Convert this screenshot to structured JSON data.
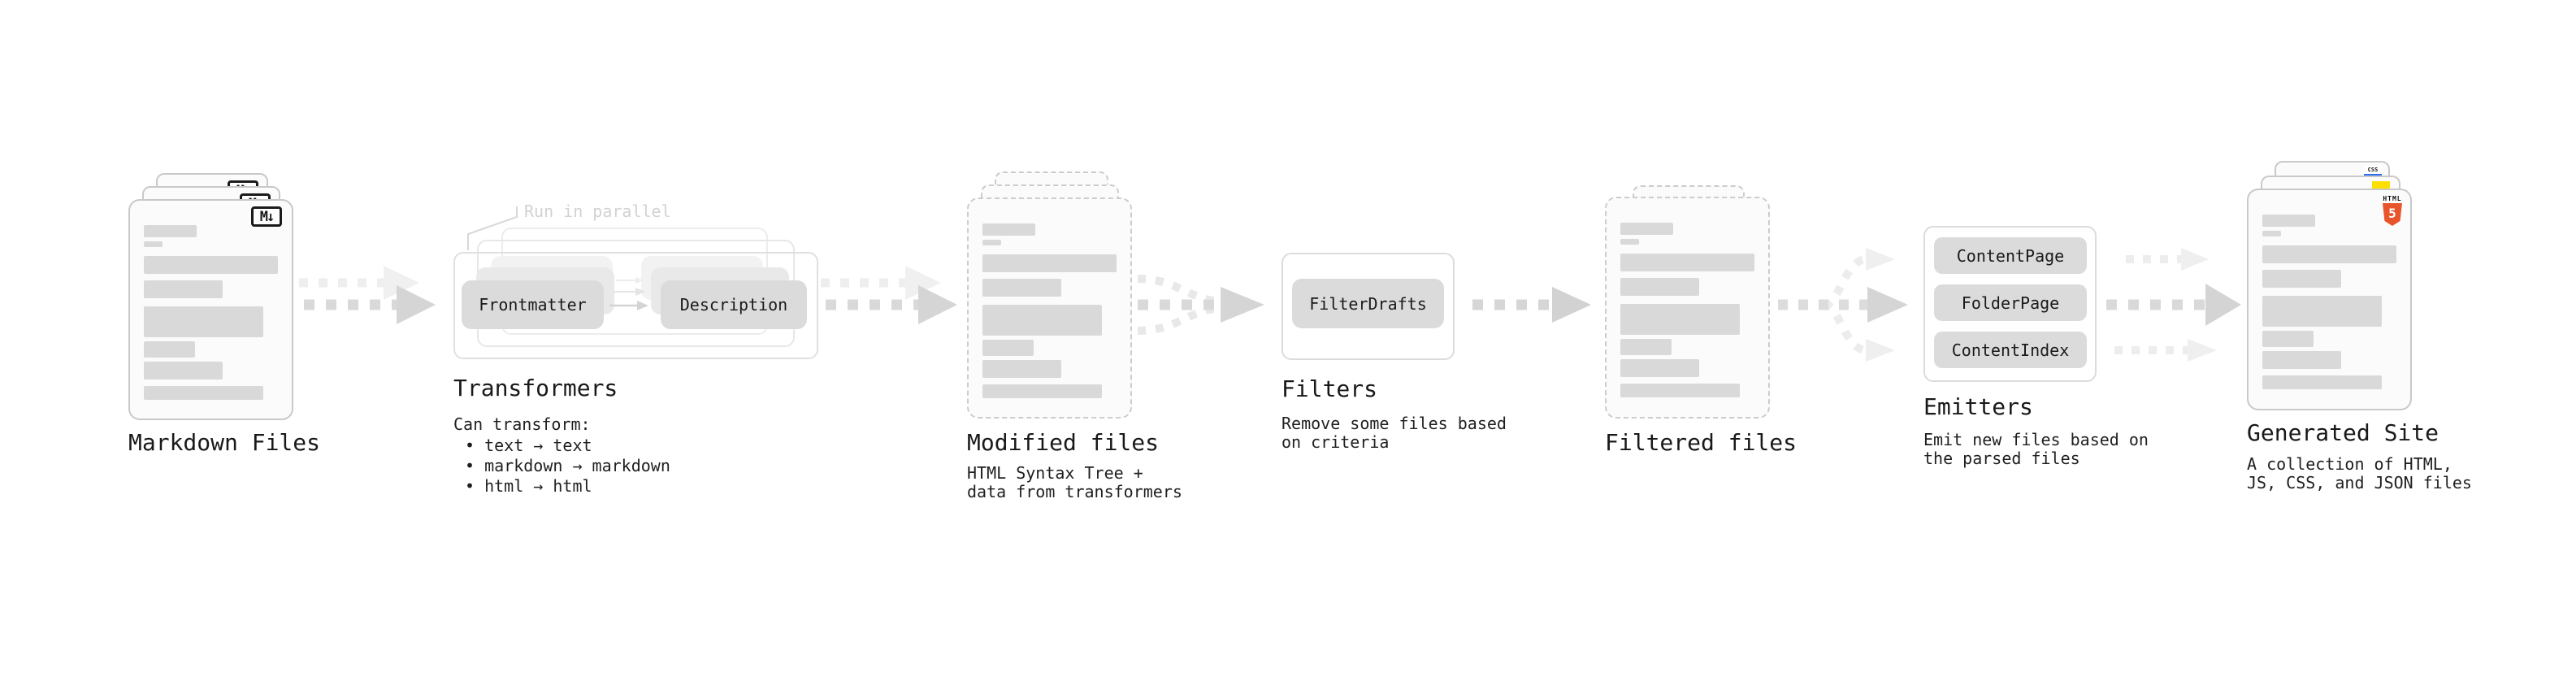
{
  "stages": [
    {
      "id": "markdown-files",
      "label": "Markdown Files",
      "file_badge": "M↓"
    },
    {
      "id": "transformers",
      "label": "Transformers",
      "annotation": "Run in parallel",
      "nodes": [
        "Frontmatter",
        "Description"
      ],
      "desc_title": "Can transform:",
      "bullets": [
        "• text → text",
        "• markdown → markdown",
        "• html → html"
      ]
    },
    {
      "id": "modified-files",
      "label": "Modified files",
      "desc_lines": [
        "HTML Syntax Tree +",
        "data from transformers"
      ]
    },
    {
      "id": "filters",
      "label": "Filters",
      "nodes": [
        "FilterDrafts"
      ],
      "desc_lines": [
        "Remove some files based",
        "on criteria"
      ]
    },
    {
      "id": "filtered-files",
      "label": "Filtered files"
    },
    {
      "id": "emitters",
      "label": "Emitters",
      "nodes": [
        "ContentPage",
        "FolderPage",
        "ContentIndex"
      ],
      "desc_lines": [
        "Emit new files based on",
        "the parsed files"
      ]
    },
    {
      "id": "generated-site",
      "label": "Generated Site",
      "badges": {
        "css_label": "CSS",
        "html_logo_top": "HTML",
        "html_logo_number": "5"
      },
      "desc_lines": [
        "A collection of HTML,",
        "JS, CSS, and JSON files"
      ]
    }
  ],
  "colors": {
    "html5_orange": "#e8542c",
    "js_yellow": "#ffdf00",
    "css_blue": "#2d6cf0",
    "markdown_black": "#1a1a1a",
    "arrow_gray": "#d9d9d9",
    "arrow_ghost_gray": "#eeeeee"
  }
}
